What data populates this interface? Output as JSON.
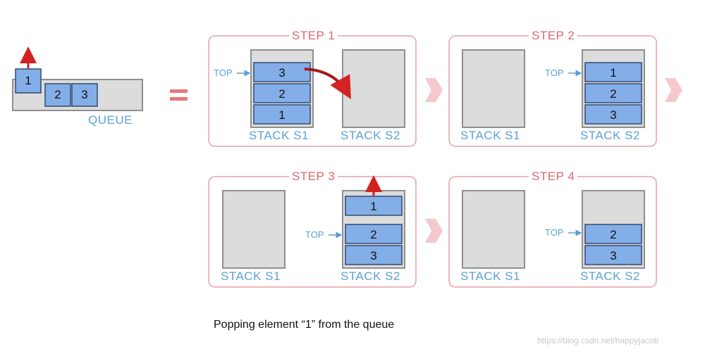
{
  "colors": {
    "cell_fill": "#84aee8",
    "cell_border": "#2e4a70",
    "container_fill": "#dcdcdc",
    "container_border": "#8f8f8f",
    "panel_border": "#e8a0a6",
    "step_title": "#e0656e",
    "label_blue": "#5aa0d8",
    "arrow_red": "#d32222",
    "transition_arrow": "#f5c9cc"
  },
  "queue": {
    "label": "QUEUE",
    "popped": "1",
    "items": [
      "2",
      "3"
    ]
  },
  "equals": "=",
  "steps": [
    {
      "title": "STEP 1",
      "s1": {
        "label": "STACK S1",
        "items": [
          "3",
          "2",
          "1"
        ],
        "top": "TOP"
      },
      "s2": {
        "label": "STACK S2",
        "items": []
      }
    },
    {
      "title": "STEP 2",
      "s1": {
        "label": "STACK S1",
        "items": []
      },
      "s2": {
        "label": "STACK S2",
        "items": [
          "1",
          "2",
          "3"
        ],
        "top": "TOP"
      }
    },
    {
      "title": "STEP 3",
      "s1": {
        "label": "STACK S1",
        "items": []
      },
      "s2": {
        "label": "STACK S2",
        "popped": "1",
        "items": [
          "2",
          "3"
        ],
        "top": "TOP"
      }
    },
    {
      "title": "STEP 4",
      "s1": {
        "label": "STACK S1",
        "items": []
      },
      "s2": {
        "label": "STACK S2",
        "items": [
          "2",
          "3"
        ],
        "top": "TOP"
      }
    }
  ],
  "caption": "Popping element “1” from the queue",
  "watermark": "https://blog.csdn.net/happyjacob"
}
